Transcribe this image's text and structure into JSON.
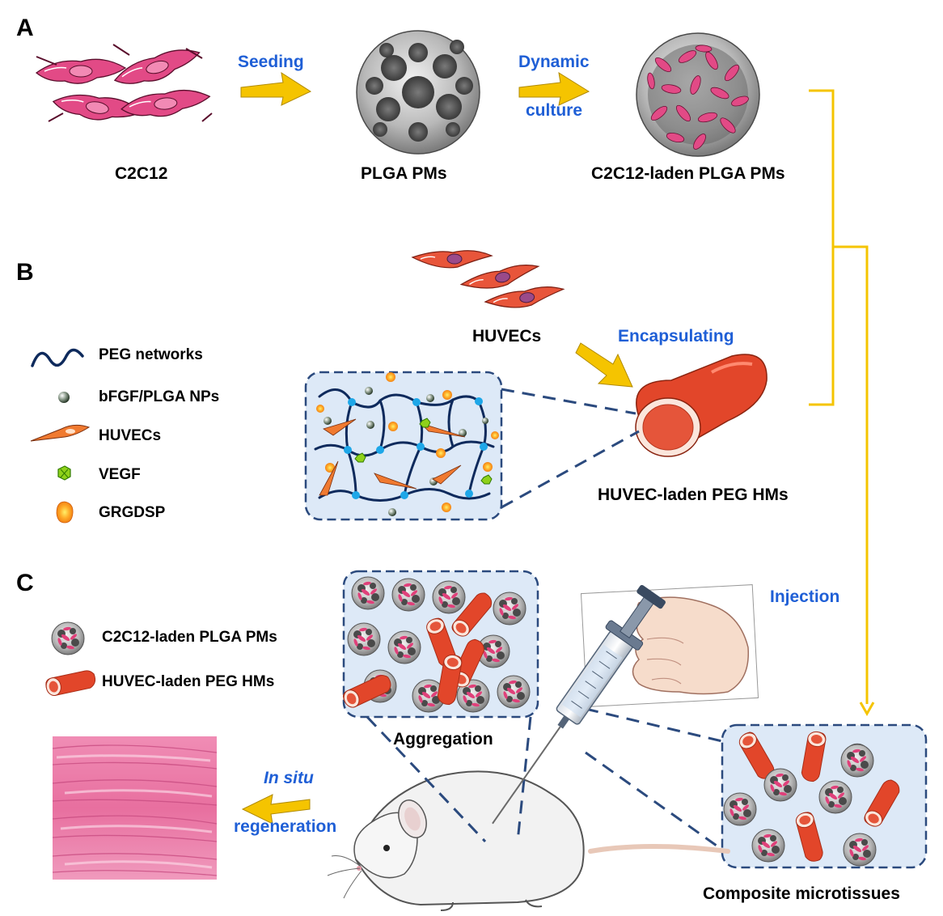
{
  "panels": {
    "a": "A",
    "b": "B",
    "c": "C"
  },
  "panel_a": {
    "c2c12": "C2C12",
    "plga_pms": "PLGA PMs",
    "laden_pms": "C2C12-laden PLGA PMs",
    "seeding": "Seeding",
    "dynamic": "Dynamic",
    "culture": "culture"
  },
  "panel_b": {
    "huvecs": "HUVECs",
    "encapsulating": "Encapsulating",
    "huvec_hms": "HUVEC-laden PEG HMs",
    "legend": {
      "peg": "PEG networks",
      "nps": "bFGF/PLGA NPs",
      "huvecs": "HUVECs",
      "vegf": "VEGF",
      "grgdsp": "GRGDSP"
    }
  },
  "panel_c": {
    "legend": {
      "pms": "C2C12-laden PLGA PMs",
      "hms": "HUVEC-laden PEG HMs"
    },
    "aggregation": "Aggregation",
    "injection": "Injection",
    "in_situ": "In situ",
    "regeneration": "regeneration",
    "composite": "Composite microtissues"
  },
  "colors": {
    "label_blue": "#1f5fd6",
    "arrow_gold": "#f5c400",
    "cell_pink": "#e0407a",
    "endothelial_red": "#e2462a",
    "box_fill": "#dde9f7",
    "box_border": "#2b4a7e",
    "peg_navy": "#0e2a5c",
    "muscle_pink": "#ea7aa6"
  },
  "icons": [
    "myoblast-cell-icon",
    "porous-microsphere-icon",
    "endothelial-cell-icon",
    "microfiber-icon",
    "syringe-icon",
    "hand-icon",
    "mouse-icon",
    "muscle-tissue-icon"
  ]
}
